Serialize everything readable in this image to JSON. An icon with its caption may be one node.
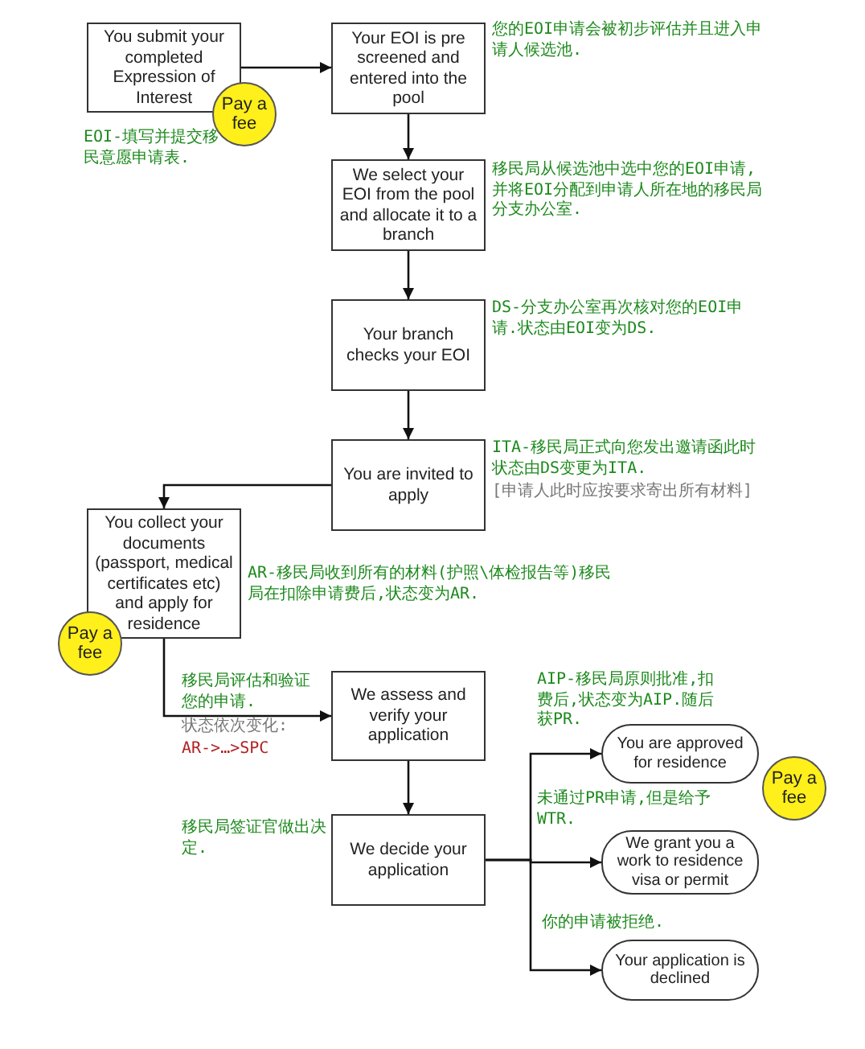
{
  "diagram": {
    "nodes": [
      {
        "text": [
          "You submit your completed Expression of Interest"
        ]
      },
      {
        "text": [
          "Pay a fee"
        ]
      },
      {
        "text": [
          "Your EOI is pre screened and entered into the pool"
        ],
        "beside": [
          "您的EOI申请会被初步评估并且进入申请人候选池."
        ]
      },
      {
        "text": [
          "We select your EOI from the pool and allocate it to a branch"
        ],
        "beside": [
          "移民局从候选池中选中您的EOI申请,并将EOI分配到申请人所在地的移民局分支办公室."
        ]
      },
      {
        "text": [
          "Your branch checks your EOI"
        ],
        "beside": [
          "DS-分支办公室再次核对您的EOI申请.状态由EOI变为DS."
        ]
      },
      {
        "text": [
          "You are invited to apply"
        ],
        "beside": [
          "ITA-移民局正式向您发出邀请函此时状态由DS变更为ITA.",
          "[申请人此时应按要求寄出所有材料]"
        ]
      },
      {
        "text": [
          "You collect your documents (passport, medical certificates etc) and apply for residence"
        ],
        "beside": [
          "AR-移民局收到所有的材料(护照\\体检报告等)移民局在扣除申请费后,状态变为AR."
        ]
      },
      {
        "text": [
          "Pay a fee"
        ]
      },
      {
        "text": [
          "We assess and verify your application"
        ],
        "beside": [
          "移民局评估和验证您的申请.",
          "状态依次变化:",
          "AR->…>SPC"
        ]
      },
      {
        "text": [
          "We decide your application"
        ],
        "beside": [
          "移民局签证官做出决定."
        ]
      },
      {
        "text": [
          "You are approved for residence"
        ],
        "beside": [
          "AIP-移民局原则批准,扣费后,状态变为AIP.随后获PR."
        ]
      },
      {
        "text": [
          "Pay a fee"
        ]
      },
      {
        "text": [
          "We grant you a work to residence visa or permit"
        ],
        "beside": [
          "未通过PR申请,但是给予WTR."
        ]
      },
      {
        "text": [
          "Your application is declined"
        ],
        "beside": [
          "你的申请被拒绝."
        ]
      }
    ],
    "edges": [
      {
        "from": 0,
        "to": 2,
        "arrow": "to"
      },
      {
        "from": 2,
        "to": 3,
        "arrow": "to"
      },
      {
        "from": 3,
        "to": 4,
        "arrow": "to"
      },
      {
        "from": 4,
        "to": 5,
        "arrow": "to"
      },
      {
        "from": 5,
        "to": 6,
        "arrow": "to"
      },
      {
        "from": 6,
        "to": 8,
        "arrow": "to"
      },
      {
        "from": 8,
        "to": 9,
        "arrow": "to"
      },
      {
        "from": 9,
        "to": 10,
        "arrow": "to"
      },
      {
        "from": 9,
        "to": 12,
        "arrow": "to"
      },
      {
        "from": 9,
        "to": 13,
        "arrow": "to"
      }
    ],
    "labels": [
      "EOI-填写并提交移民意愿申请表."
    ]
  }
}
